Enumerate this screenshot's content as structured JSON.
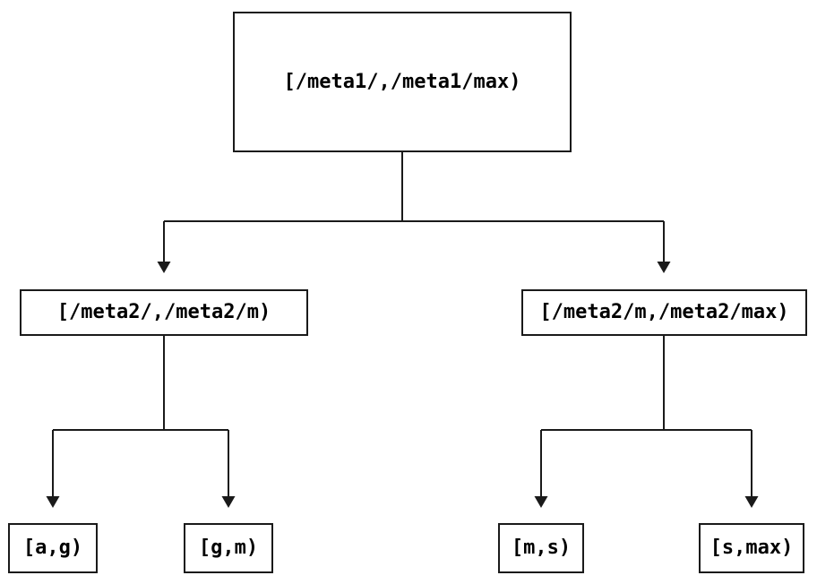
{
  "diagram": {
    "kind": "binary-interval-tree",
    "tree": {
      "root": {
        "label": "[/meta1/,/meta1/max)"
      },
      "children": [
        {
          "label": "[/meta2/,/meta2/m)",
          "children": [
            {
              "label": "[a,g)"
            },
            {
              "label": "[g,m)"
            }
          ]
        },
        {
          "label": "[/meta2/m,/meta2/max)",
          "children": [
            {
              "label": "[m,s)"
            },
            {
              "label": "[s,max)"
            }
          ]
        }
      ]
    },
    "colors": {
      "background": "#ffffff",
      "line": "#1a1a1a",
      "box_border": "#1a1a1a",
      "text": "#000000"
    }
  }
}
